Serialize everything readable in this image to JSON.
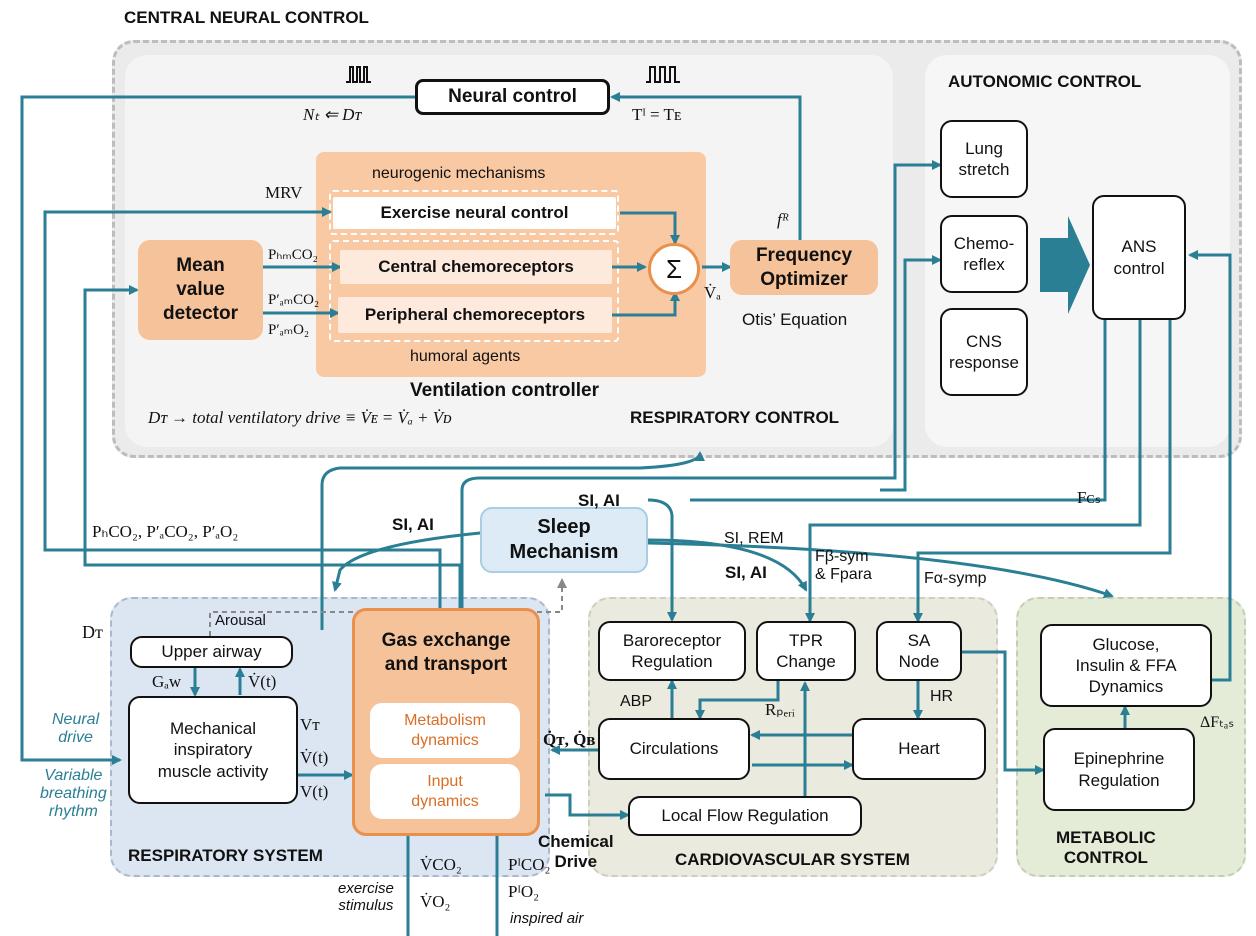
{
  "regions": {
    "central": "CENTRAL NEURAL CONTROL",
    "autonomic": "AUTONOMIC CONTROL",
    "respiratory_control": "RESPIRATORY CONTROL",
    "respiratory_system": "RESPIRATORY SYSTEM",
    "cardiovascular": "CARDIOVASCULAR SYSTEM",
    "metabolic": "METABOLIC\nCONTROL"
  },
  "boxes": {
    "neural_control": "Neural control",
    "exercise_neural": "Exercise neural control",
    "central_chemo": "Central chemoreceptors",
    "peripheral_chemo": "Peripheral chemoreceptors",
    "mean_value": "Mean\nvalue\ndetector",
    "freq_opt": "Frequency\nOptimizer",
    "lung_stretch": "Lung\nstretch",
    "chemoreflex": "Chemo-\nreflex",
    "cns_response": "CNS\nresponse",
    "ans_control": "ANS\ncontrol",
    "sleep": "Sleep\nMechanism",
    "upper_airway": "Upper airway",
    "mech_insp": "Mechanical\ninspiratory\nmuscle activity",
    "gas_exchange": "Gas exchange\nand transport",
    "metabolism": "Metabolism\ndynamics",
    "input_dyn": "Input\ndynamics",
    "baroreceptor": "Baroreceptor\nRegulation",
    "tpr": "TPR\nChange",
    "sa_node": "SA\nNode",
    "circulations": "Circulations",
    "heart": "Heart",
    "local_flow": "Local Flow Regulation",
    "glucose": "Glucose,\nInsulin & FFA\nDynamics",
    "epinephrine": "Epinephrine\nRegulation"
  },
  "labels": {
    "nt_dt": "Nₜ ⇐ Dᴛ",
    "ti_te": "Tᴵ = Tᴇ",
    "mrv": "MRV",
    "neurogenic": "neurogenic mechanisms",
    "humoral": "humoral agents",
    "fr": "fᴿ",
    "va": "V̇ₐ",
    "otis": "Otis’  Equation",
    "ventilation_controller": "Ventilation controller",
    "dt_equation": "Dᴛ → total ventilatory drive ≡ V̇ᴇ = V̇ₐ + V̇ᴅ",
    "sigma": "Σ",
    "pbmco2": "PₕₘCO₂",
    "pamco2": "P′ₐₘCO₂",
    "pamo2": "P′ₐₘO₂",
    "pbco2_list": "PₕCO₂, P′ₐCO₂, P′ₐO₂",
    "si_ai_1": "SI, AI",
    "si_ai_2": "SI, AI",
    "si_ai_3": "SI, AI",
    "si_rem": "SI, REM",
    "fbeta": "Fβ-sym\n& Fpara",
    "falpha": "Fα-symp",
    "fcs": "Fᴄₛ",
    "arousal": "Arousal",
    "dt_left": "Dᴛ",
    "gaw": "Gₐw",
    "vdot_t_up": "V̇(t)",
    "vt": "Vᴛ",
    "vdot_t": "V̇(t)",
    "v_t": "V(t)",
    "neural_drive": "Neural\ndrive",
    "variable_breathing": "Variable\nbreathing\nrhythm",
    "qt_qb": "Q̇ᴛ, Q̇ʙ",
    "abp": "ABP",
    "rperi": "Rₚₑᵣᵢ",
    "hr": "HR",
    "delta_ftas": "ΔFₜₐₛ",
    "chemical_drive": "Chemical\nDrive",
    "vco2": "V̇CO₂",
    "vo2": "V̇O₂",
    "pico2": "PᴵCO₂",
    "pio2": "PᴵO₂",
    "exercise_stimulus": "exercise\nstimulus",
    "inspired_air": "inspired air"
  },
  "colors": {
    "central_bg": "#ebebeb",
    "resp_ctrl_bg": "#efefef",
    "ventilation_bg": "#f9c9a4",
    "orange_box": "#f5c29a",
    "resp_system_bg": "#dce6f3",
    "cardio_bg": "#ebeadf",
    "metabolic_bg": "#e4ecd8",
    "sleep_bg": "#dcebf5",
    "wire": "#2a7f95",
    "gas_border": "#e8904c"
  }
}
